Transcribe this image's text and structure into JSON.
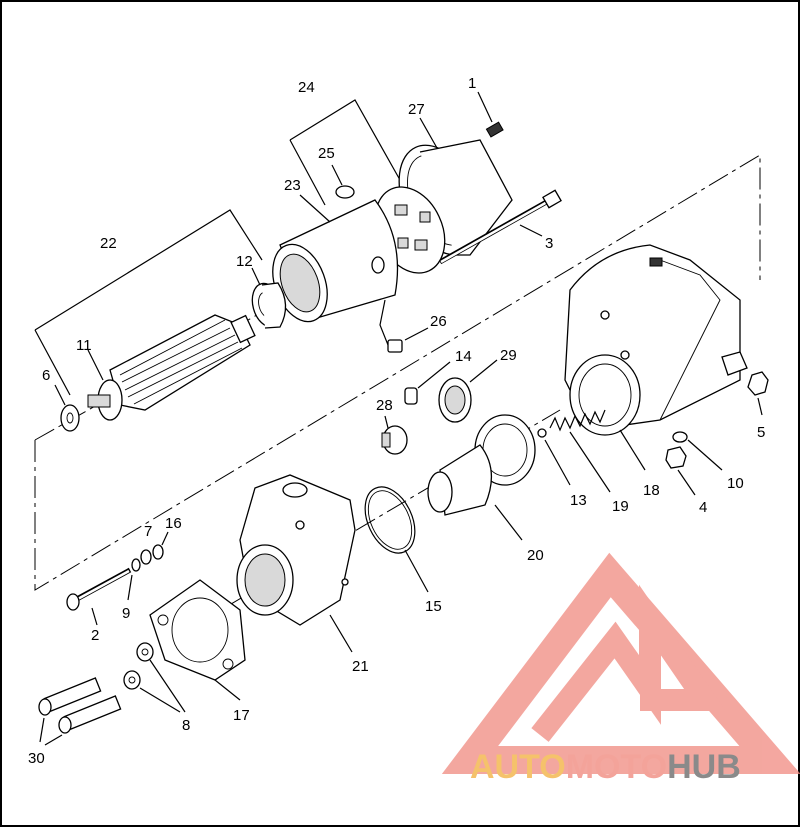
{
  "diagram": {
    "part_numbers": [
      "1",
      "2",
      "3",
      "4",
      "5",
      "6",
      "7",
      "8",
      "9",
      "10",
      "11",
      "12",
      "13",
      "14",
      "15",
      "16",
      "17",
      "18",
      "19",
      "20",
      "21",
      "22",
      "23",
      "24",
      "25",
      "26",
      "27",
      "28",
      "29",
      "30"
    ]
  },
  "watermark": {
    "text_part1": "AUTO",
    "text_part2": "MOTO",
    "text_part3": "HUB",
    "logo_color": "#f08a80",
    "auto_color": "#f5c26b",
    "hub_color": "#8a8a8a"
  }
}
